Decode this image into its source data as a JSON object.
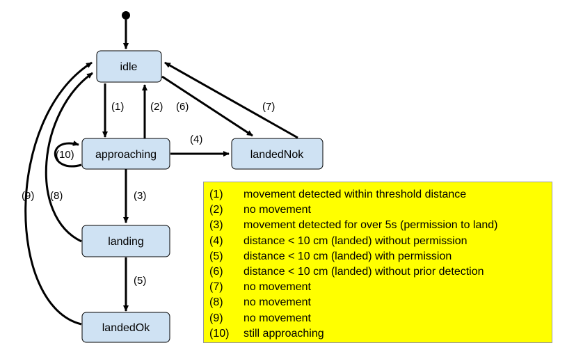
{
  "states": {
    "idle": "idle",
    "approaching": "approaching",
    "landedNok": "landedNok",
    "landing": "landing",
    "landedOk": "landedOk"
  },
  "transitions": {
    "t1": "(1)",
    "t2": "(2)",
    "t3": "(3)",
    "t4": "(4)",
    "t5": "(5)",
    "t6": "(6)",
    "t7": "(7)",
    "t8": "(8)",
    "t9": "(9)",
    "t10": "(10)"
  },
  "legend": [
    {
      "num": "(1)",
      "text": "movement detected within threshold distance"
    },
    {
      "num": "(2)",
      "text": "no movement"
    },
    {
      "num": "(3)",
      "text": "movement detected for over 5s (permission to land)"
    },
    {
      "num": "(4)",
      "text": "distance < 10 cm (landed) without permission"
    },
    {
      "num": "(5)",
      "text": "distance < 10 cm (landed) with permission"
    },
    {
      "num": "(6)",
      "text": "distance < 10 cm (landed) without prior detection"
    },
    {
      "num": "(7)",
      "text": "no movement"
    },
    {
      "num": "(8)",
      "text": "no movement"
    },
    {
      "num": "(9)",
      "text": "no movement"
    },
    {
      "num": "(10)",
      "text": "still approaching"
    }
  ],
  "colors": {
    "state_fill": "#cfe2f3",
    "legend_background": "#ffff00",
    "line": "#000000"
  }
}
